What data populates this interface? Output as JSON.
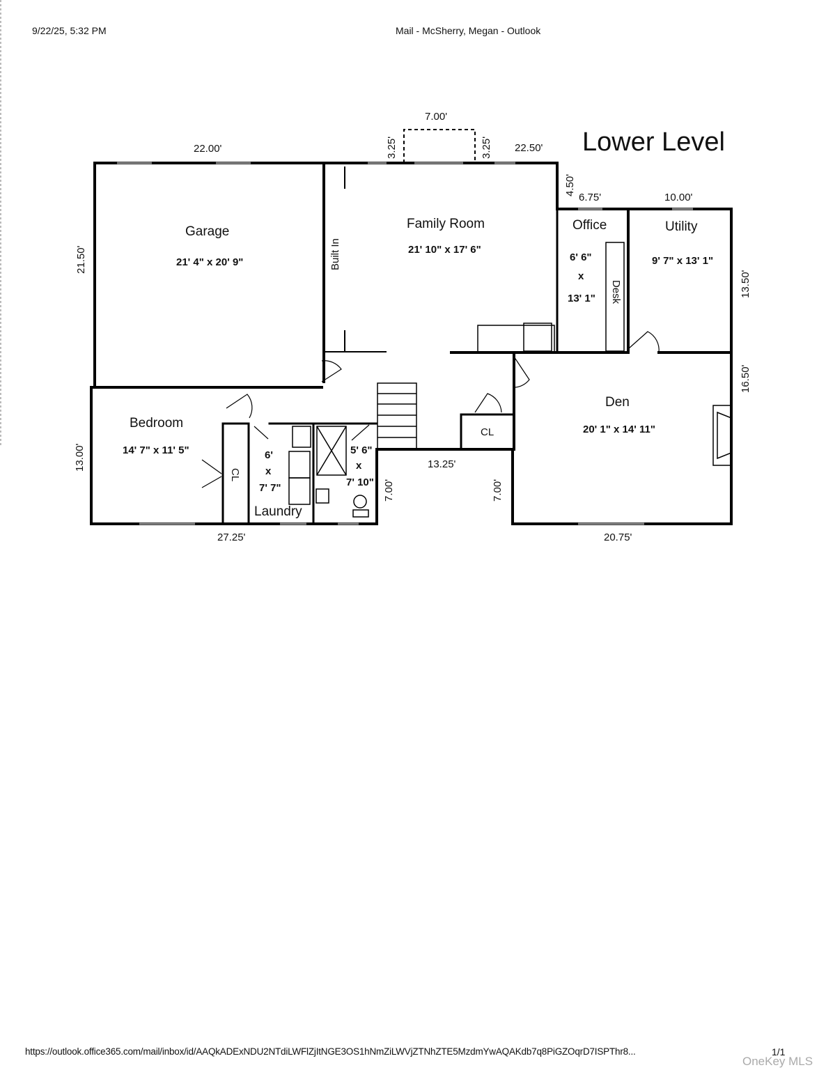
{
  "print_header": {
    "datetime": "9/22/25, 5:32 PM",
    "title": "Mail - McSherry, Megan - Outlook"
  },
  "plan": {
    "title": "Lower Level",
    "rooms": {
      "garage": {
        "name": "Garage",
        "size": "21' 4\" x 20' 9\""
      },
      "family_room": {
        "name": "Family Room",
        "size": "21' 10\" x 17' 6\""
      },
      "office": {
        "name": "Office",
        "size_w": "6' 6\"",
        "size_x": "x",
        "size_l": "13' 1\""
      },
      "utility": {
        "name": "Utility",
        "size": "9' 7\" x 13' 1\""
      },
      "den": {
        "name": "Den",
        "size": "20' 1\" x 14' 11\""
      },
      "bedroom": {
        "name": "Bedroom",
        "size": "14' 7\" x 11' 5\""
      },
      "laundry": {
        "name": "Laundry",
        "size_w": "6'",
        "size_x": "x",
        "size_l": "7' 7\""
      },
      "bath": {
        "size_w": "5' 6\"",
        "size_x": "x",
        "size_l": "7' 10\""
      },
      "closet_bedroom": "CL",
      "closet_hall": "CL",
      "built_in": "Built In",
      "desk": "Desk"
    },
    "dimensions": {
      "bump_width": "7.00'",
      "bump_left": "3.25'",
      "bump_right": "3.25'",
      "garage_top": "22.00'",
      "family_top": "22.50'",
      "step_45": "4.50'",
      "office_top": "6.75'",
      "utility_top": "10.00'",
      "garage_left": "21.50'",
      "utility_right": "13.50'",
      "den_right": "16.50'",
      "bedroom_left": "13.00'",
      "hall_bottom": "13.25'",
      "bath_right": "7.00'",
      "den_left": "7.00'",
      "bottom_left": "27.25'",
      "den_bottom": "20.75'"
    }
  },
  "print_footer": {
    "url": "https://outlook.office365.com/mail/inbox/id/AAQkADExNDU2NTdiLWFlZjItNGE3OS1hNmZiLWVjZTNhZTE5MzdmYwAQAKdb7q8PiGZOqrD7ISPThr8...",
    "page": "1/1"
  },
  "watermark": "OneKey MLS"
}
